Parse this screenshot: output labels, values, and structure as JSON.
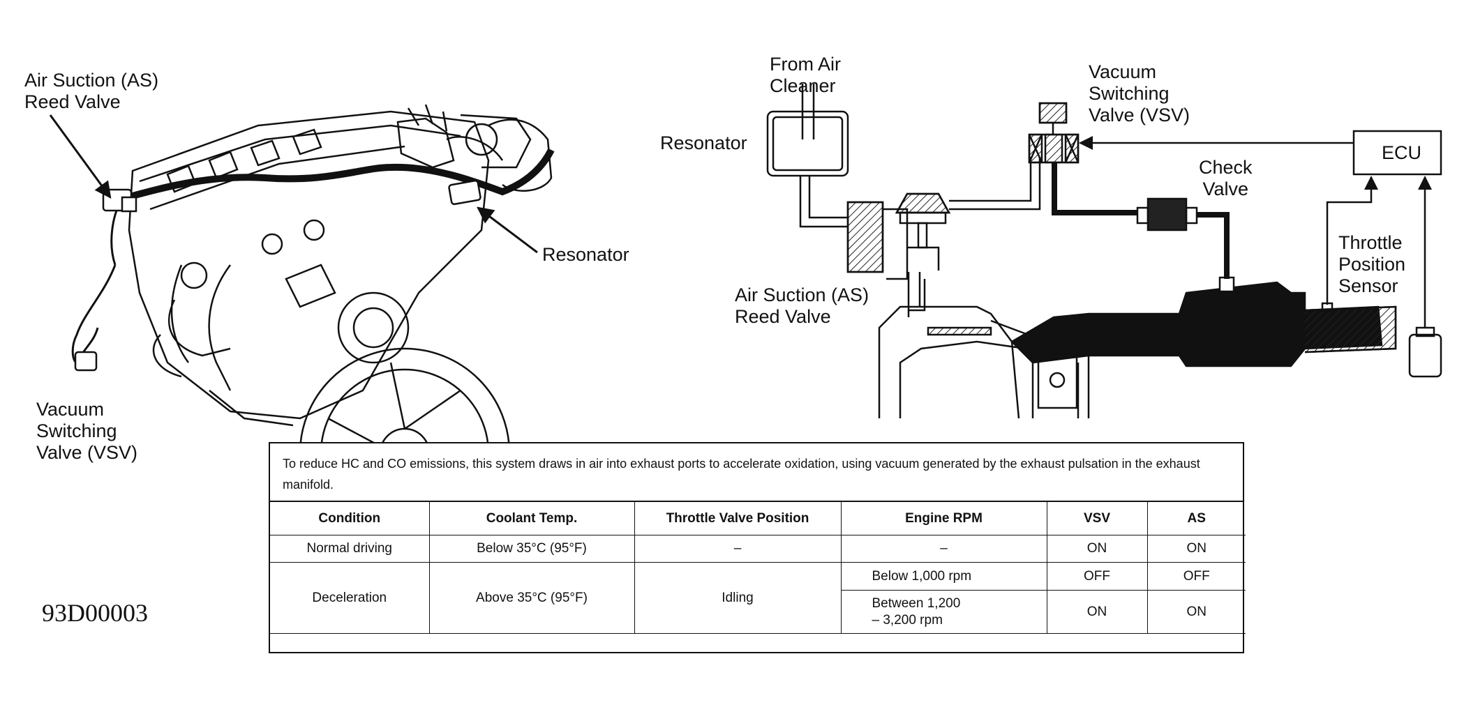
{
  "engine_labels": {
    "as_reed_valve": "Air Suction (AS)\nReed Valve",
    "resonator": "Resonator",
    "vsv": "Vacuum\nSwitching\nValve (VSV)"
  },
  "schematic_labels": {
    "from_air_cleaner": "From Air\nCleaner",
    "resonator": "Resonator",
    "vsv": "Vacuum\nSwitching\nValve (VSV)",
    "ecu": "ECU",
    "check_valve": "Check\nValve",
    "throttle_position_sensor": "Throttle\nPosition\nSensor",
    "as_reed_valve": "Air Suction (AS)\nReed Valve"
  },
  "figure_id": "93D00003",
  "table": {
    "description": "To reduce HC and CO emissions, this system draws in air into exhaust ports to accelerate oxidation, using vacuum generated by the exhaust pulsation in the exhaust manifold.",
    "headers": [
      "Condition",
      "Coolant Temp.",
      "Throttle Valve Position",
      "Engine RPM",
      "VSV",
      "AS"
    ],
    "rows": {
      "normal": {
        "condition": "Normal driving",
        "coolant": "Below 35°C (95°F)",
        "throttle": "–",
        "rpm": "–",
        "vsv": "ON",
        "as": "ON"
      },
      "decel": {
        "condition": "Deceleration",
        "coolant": "Above 35°C (95°F)",
        "throttle": "Idling",
        "rpm_low": "Below 1,000 rpm",
        "vsv_low": "OFF",
        "as_low": "OFF",
        "rpm_mid": "Between 1,200\n– 3,200 rpm",
        "vsv_mid": "ON",
        "as_mid": "ON"
      }
    }
  }
}
